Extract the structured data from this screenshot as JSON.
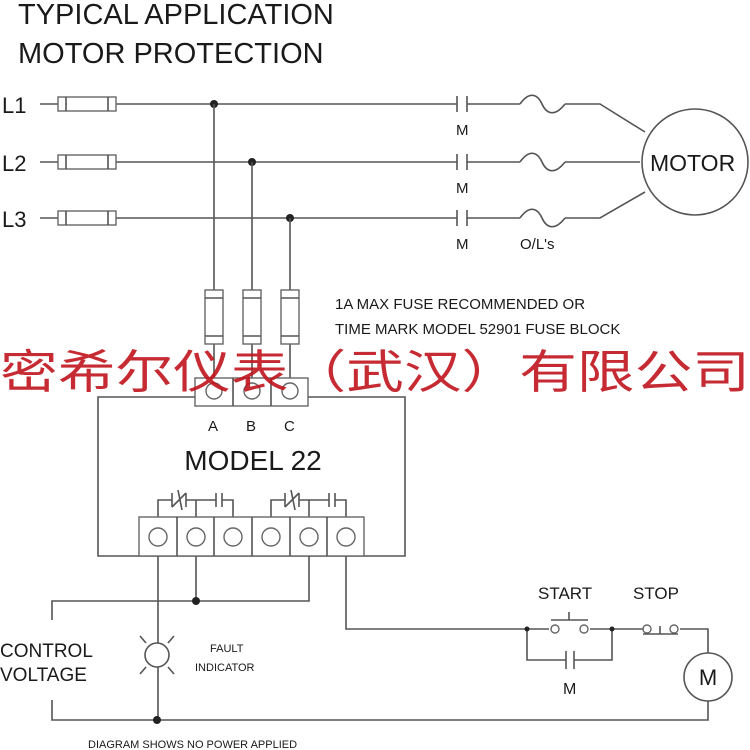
{
  "title": {
    "line1": "TYPICAL APPLICATION",
    "line2": "MOTOR PROTECTION"
  },
  "lines": [
    "L1",
    "L2",
    "L3"
  ],
  "contact_label": "M",
  "overload_label": "O/L's",
  "motor_label": "MOTOR",
  "fuse_note": {
    "line1": "1A MAX FUSE RECOMMENDED OR",
    "line2": "TIME MARK MODEL 52901 FUSE BLOCK"
  },
  "terminals": [
    "A",
    "B",
    "C"
  ],
  "model_label": "MODEL 22",
  "control_voltage": {
    "line1": "CONTROL",
    "line2": "VOLTAGE"
  },
  "fault_indicator": {
    "line1": "FAULT",
    "line2": "INDICATOR"
  },
  "start_label": "START",
  "stop_label": "STOP",
  "aux_contact_label": "M",
  "coil_label": "M",
  "footer_note": "DIAGRAM SHOWS NO POWER APPLIED",
  "watermark": "密希尔仪表（武汉）有限公司",
  "colors": {
    "wire": "#555555",
    "watermark": "#c0141c"
  }
}
